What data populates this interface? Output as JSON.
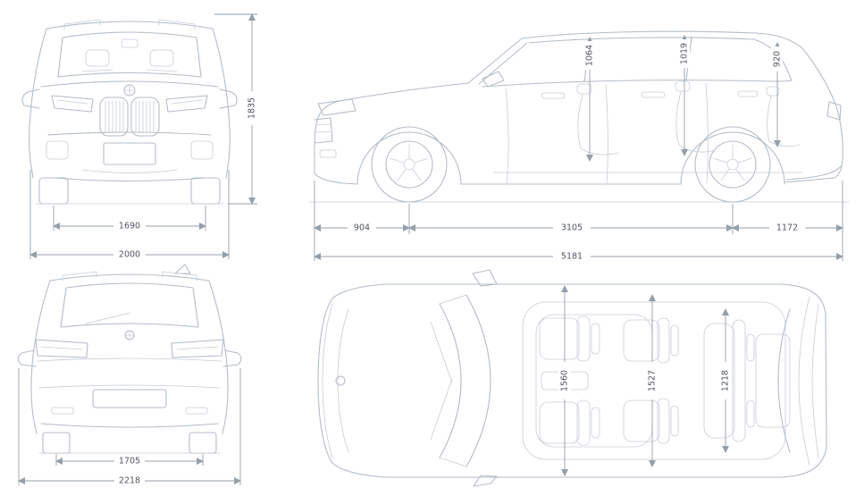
{
  "colors": {
    "background": "#ffffff",
    "body_line": "#b3bdc7",
    "detail_line": "#c6cdd5",
    "dimension_line": "#959fa9",
    "dimension_text": "#4f575f"
  },
  "dimensions": {
    "front": {
      "overall_height": "1835",
      "track_width": "1690",
      "body_width": "2000"
    },
    "side": {
      "front_headroom": "1064",
      "second_row_headroom": "1019",
      "third_row_headroom": "920",
      "front_overhang": "904",
      "wheelbase": "3105",
      "rear_overhang": "1172",
      "overall_length": "5181"
    },
    "rear": {
      "track_width": "1705",
      "overall_width_with_mirrors": "2218"
    },
    "top": {
      "front_shoulder_width": "1560",
      "second_row_shoulder_width": "1527",
      "third_row_shoulder_width": "1218"
    }
  }
}
